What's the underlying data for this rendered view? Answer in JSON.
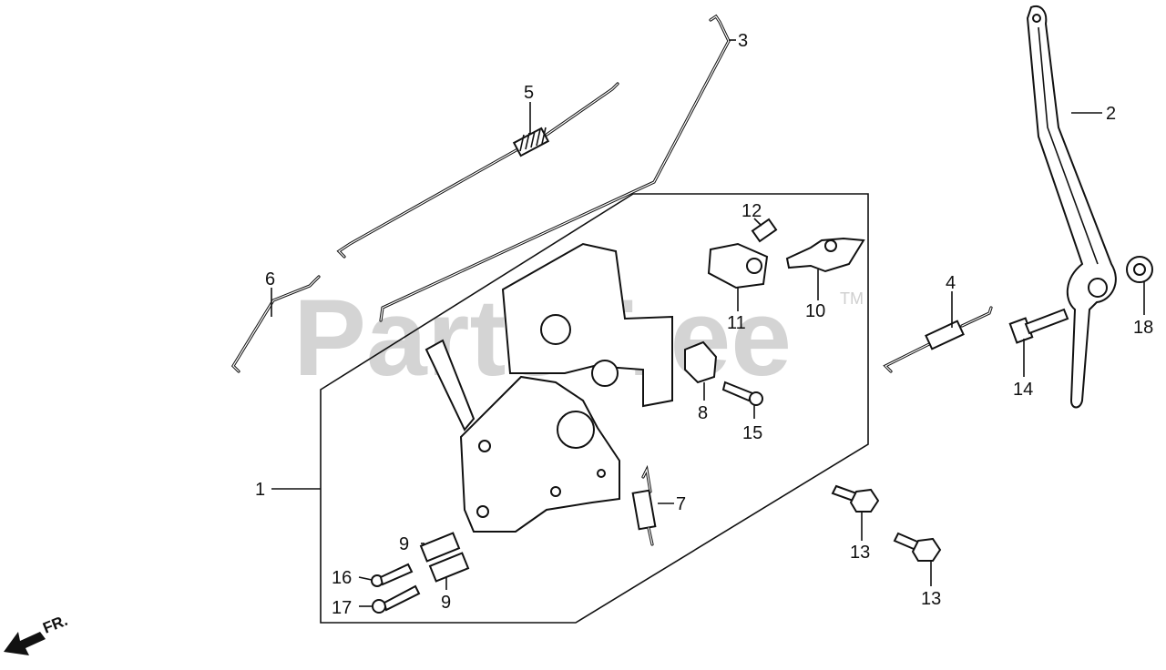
{
  "watermark": {
    "text": "PartsTree",
    "tm": "TM"
  },
  "direction": {
    "label": "FR."
  },
  "callouts": [
    {
      "id": "c1",
      "label": "1"
    },
    {
      "id": "c2",
      "label": "2"
    },
    {
      "id": "c3",
      "label": "3"
    },
    {
      "id": "c4",
      "label": "4"
    },
    {
      "id": "c5",
      "label": "5"
    },
    {
      "id": "c6",
      "label": "6"
    },
    {
      "id": "c7",
      "label": "7"
    },
    {
      "id": "c8",
      "label": "8"
    },
    {
      "id": "c9a",
      "label": "9"
    },
    {
      "id": "c9b",
      "label": "9"
    },
    {
      "id": "c10",
      "label": "10"
    },
    {
      "id": "c11",
      "label": "11"
    },
    {
      "id": "c12",
      "label": "12"
    },
    {
      "id": "c13a",
      "label": "13"
    },
    {
      "id": "c13b",
      "label": "13"
    },
    {
      "id": "c14",
      "label": "14"
    },
    {
      "id": "c15",
      "label": "15"
    },
    {
      "id": "c16",
      "label": "16"
    },
    {
      "id": "c17",
      "label": "17"
    },
    {
      "id": "c18",
      "label": "18"
    }
  ]
}
